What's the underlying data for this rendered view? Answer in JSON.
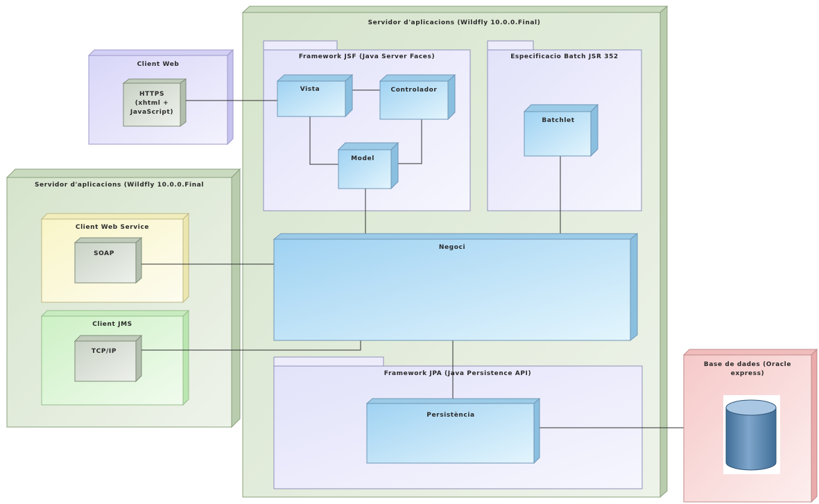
{
  "colors": {
    "server_green": "#dfe9d6",
    "web_client_violet": "#e4e2fb",
    "framework_lavender": "#ebebfc",
    "component_blue": "#bfe2f6",
    "ws_yellow": "#fbf8d8",
    "jms_green": "#def6d6",
    "database_red": "#f9d7d7",
    "cylinder_blue": "#5c86ad"
  },
  "nodes": {
    "main_server": "Servidor d'aplicacions (Wildfly 10.0.0.Final)",
    "secondary_server": "Servidor d'aplicacions (Wildfly 10.0.0.Final",
    "web_client": "Client Web",
    "https": [
      "HTTPS",
      "(xhtml +",
      "JavaScript)"
    ],
    "jsf_framework": "Framework JSF (Java Server Faces)",
    "view": "Vista",
    "controller": "Controlador",
    "model": "Model",
    "batch_spec": "Especificacio Batch JSR 352",
    "batchlet": "Batchlet",
    "business": "Negoci",
    "ws_client": "Client Web Service",
    "soap": "SOAP",
    "jms_client": "Client JMS",
    "tcpip": "TCP/IP",
    "jpa_framework": "Framework JPA (Java Persistence API)",
    "persistence": "Persistència",
    "database": [
      "Base de dades (Oracle",
      "express)"
    ]
  }
}
